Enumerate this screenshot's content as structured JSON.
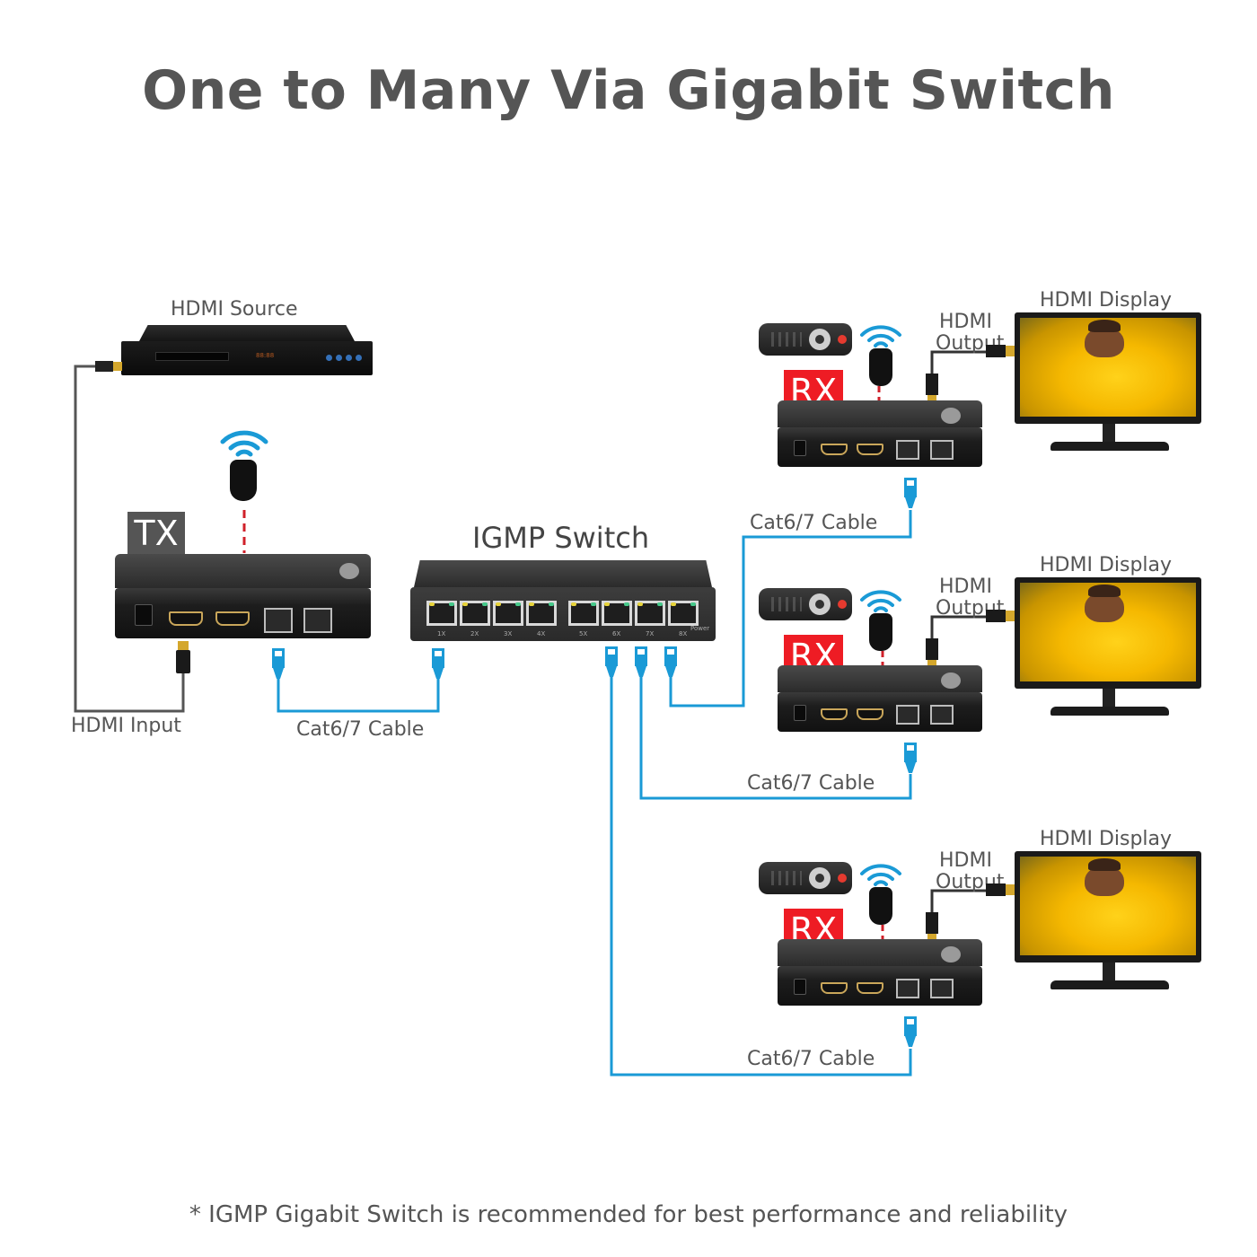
{
  "title": "One to Many Via Gigabit Switch",
  "footnote": "* IGMP Gigabit Switch is recommended for best performance and reliability",
  "colors": {
    "text": "#555555",
    "cable_blue": "#1a9ad6",
    "rx_badge": "#ee1c24",
    "tx_badge": "#555555",
    "ir_dashed": "#d0202a",
    "hdmi_cable": "#444444",
    "screen_yellow": "#f5b800"
  },
  "source": {
    "label": "HDMI Source",
    "device": "dvd-player"
  },
  "transmitter": {
    "badge": "TX",
    "input_label": "HDMI Input",
    "cable_label": "Cat6/7 Cable"
  },
  "switch": {
    "label": "IGMP Switch",
    "ports": [
      "1X",
      "2X",
      "3X",
      "4X",
      "5X",
      "6X",
      "7X",
      "8X"
    ],
    "power_label": "Power"
  },
  "receivers": [
    {
      "badge": "RX",
      "output_label_line1": "HDMI",
      "output_label_line2": "Output",
      "display_label": "HDMI Display",
      "cable_label": "Cat6/7 Cable"
    },
    {
      "badge": "RX",
      "output_label_line1": "HDMI",
      "output_label_line2": "Output",
      "display_label": "HDMI Display",
      "cable_label": "Cat6/7 Cable"
    },
    {
      "badge": "RX",
      "output_label_line1": "HDMI",
      "output_label_line2": "Output",
      "display_label": "HDMI Display",
      "cable_label": "Cat6/7 Cable"
    }
  ]
}
